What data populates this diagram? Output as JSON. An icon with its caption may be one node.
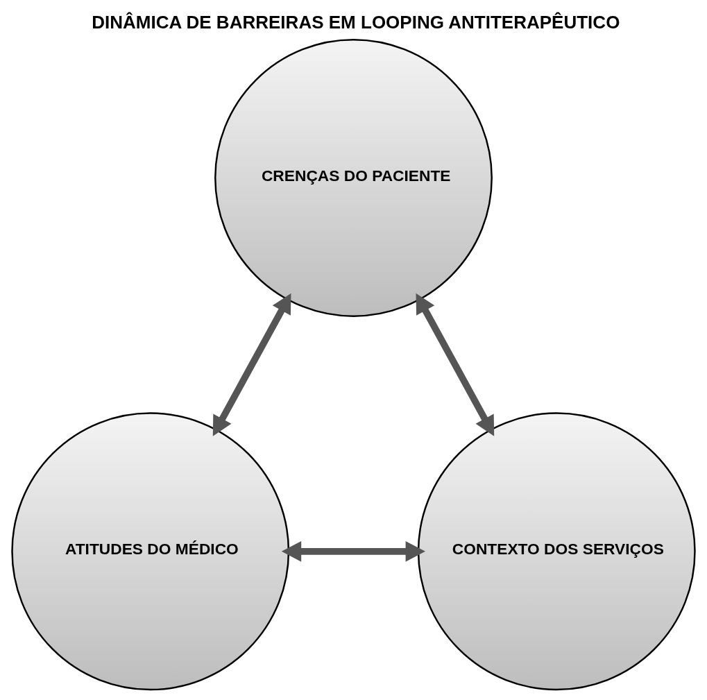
{
  "diagram": {
    "title": "DINÂMICA DE BARREIRAS EM LOOPING ANTITERAPÊUTICO",
    "nodes": [
      {
        "text": [
          "CRENÇAS DO PACIENTE"
        ]
      },
      {
        "text": [
          "ATITUDES DO MÉDICO"
        ]
      },
      {
        "text": [
          "CONTEXTO DOS SERVIÇOS"
        ]
      }
    ],
    "edges": [
      {
        "from": 1,
        "to": 0,
        "arrow": "both"
      },
      {
        "from": 0,
        "to": 2,
        "arrow": "both"
      },
      {
        "from": 1,
        "to": 2,
        "arrow": "both"
      }
    ]
  }
}
